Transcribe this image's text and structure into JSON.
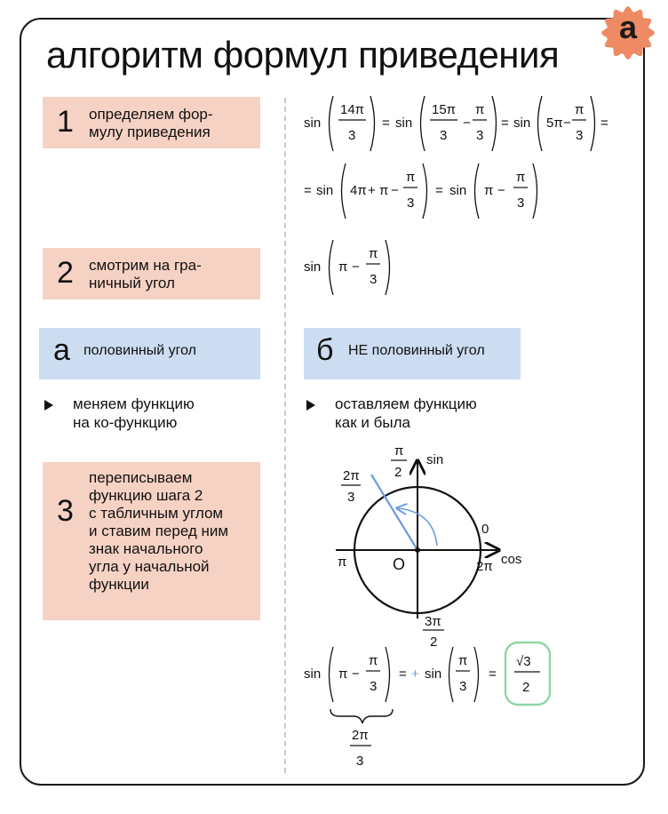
{
  "badge": {
    "letter": "а",
    "color": "#ee8a64"
  },
  "title": "алгоритм формул приведения",
  "steps": [
    {
      "number": "1",
      "text": [
        "определяем фор-",
        "мулу приведения"
      ]
    },
    {
      "number": "2",
      "text": [
        "смотрим на гра-",
        "ничный угол"
      ]
    },
    {
      "number": "3",
      "text": [
        "переписываем",
        "функцию шага 2",
        "с табличным углом",
        "и ставим перед ним",
        "знак начального",
        "угла у начальной",
        "функции"
      ]
    }
  ],
  "cases": [
    {
      "letter": "а",
      "label": "половинный угол",
      "bullet": [
        "меняем функцию",
        "на ко-функцию"
      ]
    },
    {
      "letter": "б",
      "label": "НЕ половинный угол",
      "bullet": [
        "оставляем функцию",
        "как и была"
      ]
    }
  ],
  "math": {
    "sin": "sin",
    "pi": "π",
    "eq": "=",
    "minus": "−",
    "plus": "+",
    "three": "3",
    "two": "2",
    "n14pi": "14π",
    "n15pi": "15π",
    "n5pi": "5π",
    "n4pi": "4π",
    "n2pi": "2π",
    "n3pi": "3π",
    "sqrt3": "√3"
  },
  "circle": {
    "axis_x": "cos",
    "axis_y": "sin",
    "origin": "O",
    "zero": "0",
    "pi_left": "π",
    "two_pi": "2π",
    "angle_top": "π",
    "angle_top_den": "2",
    "angle_bottom": "3π",
    "angle_bottom_den": "2",
    "angle_marked": "2π",
    "angle_marked_den": "3",
    "accent": "#6b9de0"
  },
  "result_border": "#8fd6a6"
}
